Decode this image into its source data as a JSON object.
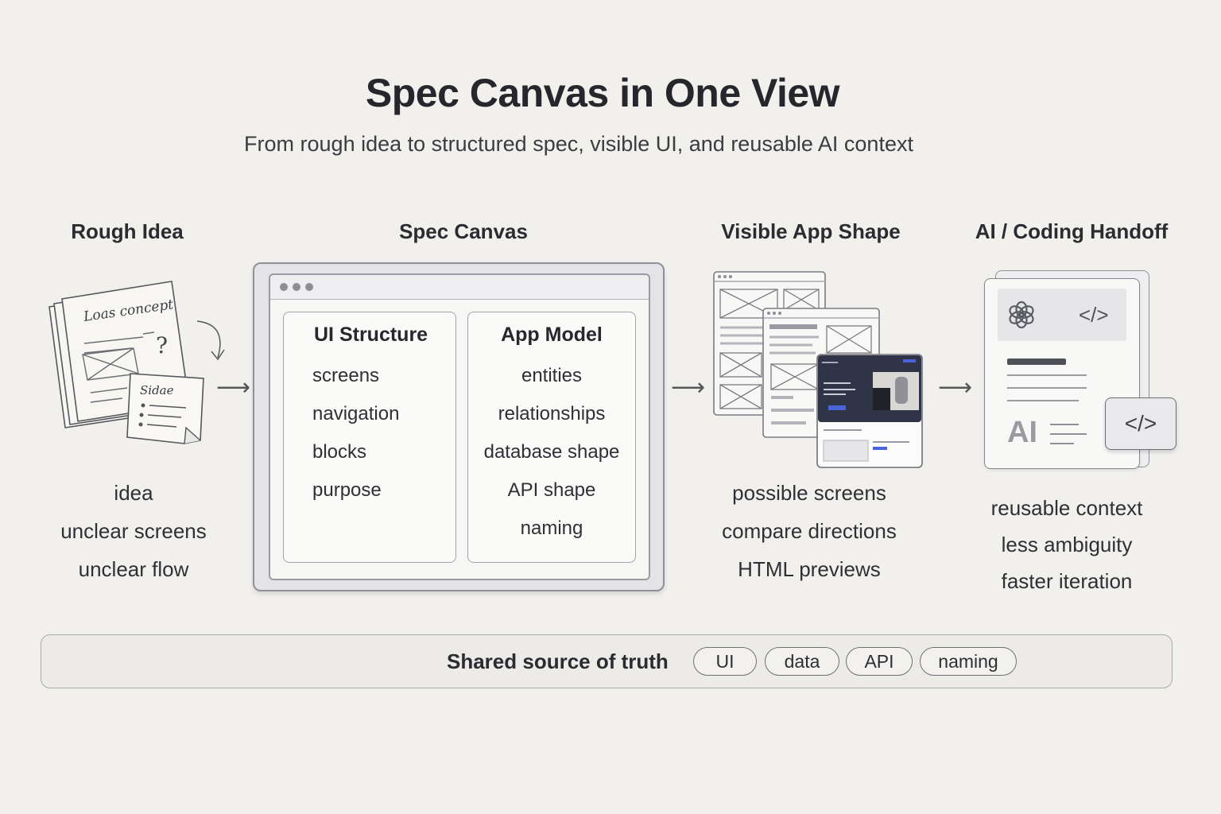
{
  "header": {
    "title": "Spec Canvas in One View",
    "subtitle": "From rough idea to structured spec, visible UI, and reusable AI context"
  },
  "columns": {
    "rough_idea": {
      "heading": "Rough Idea",
      "sketch_note_top": "Loas concept",
      "sketch_note_side": "Sidae",
      "lines": [
        "idea",
        "unclear screens",
        "unclear flow"
      ]
    },
    "spec_canvas": {
      "heading": "Spec Canvas",
      "ui_structure": {
        "title": "UI Structure",
        "items": [
          "screens",
          "navigation",
          "blocks",
          "purpose"
        ]
      },
      "app_model": {
        "title": "App Model",
        "items": [
          "entities",
          "relationships",
          "database shape",
          "API shape",
          "naming"
        ]
      }
    },
    "visible_app_shape": {
      "heading": "Visible App Shape",
      "lines": [
        "possible screens",
        "compare directions",
        "HTML previews"
      ]
    },
    "handoff": {
      "heading": "AI / Coding Handoff",
      "code_glyph": "</>",
      "ai_label": "AI",
      "lines": [
        "reusable context",
        "less ambiguity",
        "faster iteration"
      ]
    }
  },
  "footer": {
    "label": "Shared source of truth",
    "tags": [
      "UI",
      "data",
      "API",
      "naming"
    ]
  },
  "colors": {
    "background": "#f1f0ed",
    "text": "#2b2d33",
    "accent_blue": "#4a63d9",
    "dark_screen": "#2f3546"
  },
  "icons": [
    "hand-drawn-notes-icon",
    "window-dots-icon",
    "wireframe-screens-icon",
    "openai-logo-icon",
    "code-brackets-icon",
    "arrow-right-icon"
  ]
}
